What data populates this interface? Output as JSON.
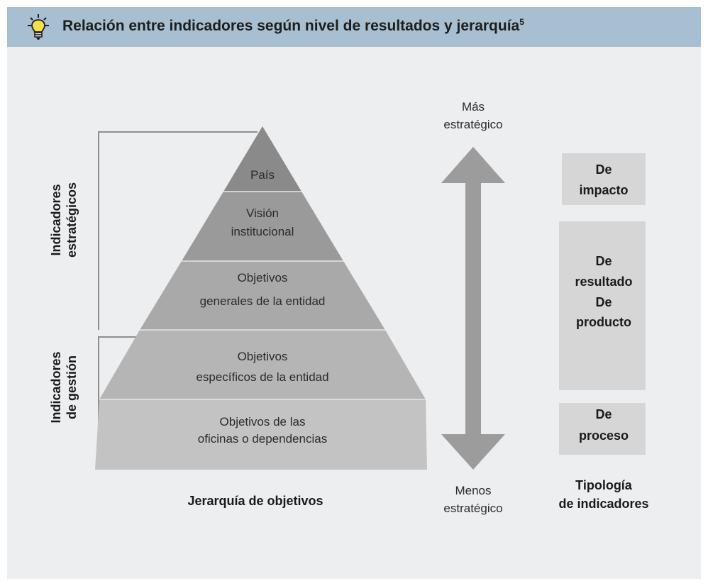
{
  "header": {
    "title": "Relación entre indicadores según nivel de resultados y jerarquía",
    "footnote_mark": "5",
    "icon": "lightbulb-icon"
  },
  "pyramid": {
    "levels": [
      {
        "lines": [
          "País"
        ]
      },
      {
        "lines": [
          "Visión",
          "institucional"
        ]
      },
      {
        "lines": [
          "Objetivos",
          "generales de la entidad"
        ]
      },
      {
        "lines": [
          "Objetivos",
          "específicos de la entidad"
        ]
      },
      {
        "lines": [
          "Objetivos de las",
          "oficinas o dependencias"
        ]
      }
    ],
    "caption": "Jerarquía de objetivos"
  },
  "brackets": {
    "strategic": [
      "Indicadores",
      "estratégicos"
    ],
    "management": [
      "Indicadores",
      "de gestión"
    ]
  },
  "arrow": {
    "top": [
      "Más",
      "estratégico"
    ],
    "bottom": [
      "Menos",
      "estratégico"
    ]
  },
  "typology": {
    "boxes": [
      {
        "lines": [
          "De",
          "impacto"
        ]
      },
      {
        "lines": [
          "De",
          "resultado",
          "De",
          "producto"
        ]
      },
      {
        "lines": [
          "De",
          "proceso"
        ]
      }
    ],
    "caption": [
      "Tipología",
      "de indicadores"
    ]
  }
}
